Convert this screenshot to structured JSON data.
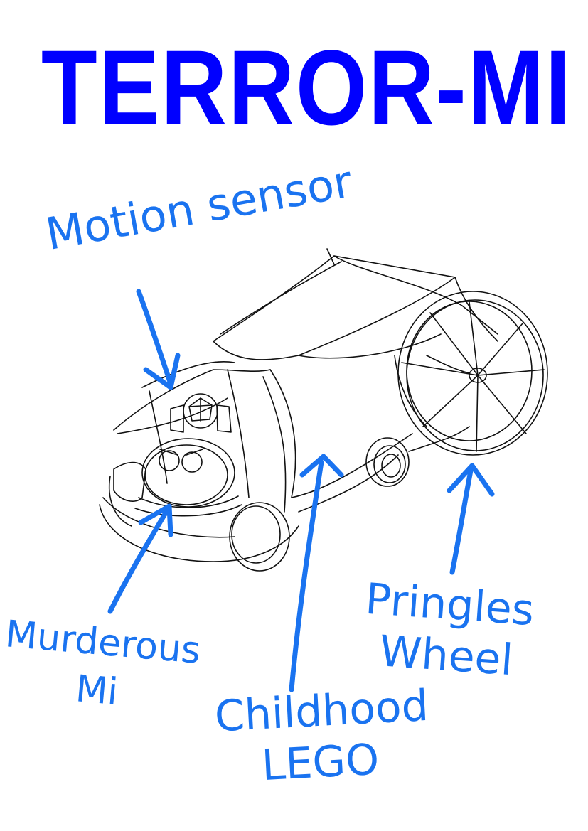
{
  "title": "TERROR-MI",
  "labels": {
    "motion_sensor": "Motion sensor",
    "murderous_line1": "Murderous",
    "murderous_line2": "Mi",
    "childhood_line1": "Childhood",
    "childhood_line2": "LEGO",
    "pringles_line1": "Pringles",
    "pringles_line2": "Wheel"
  },
  "colors": {
    "title": "#0000ff",
    "annotation": "#1a73f0",
    "sketch_ink": "#111111",
    "background": "#ffffff"
  }
}
